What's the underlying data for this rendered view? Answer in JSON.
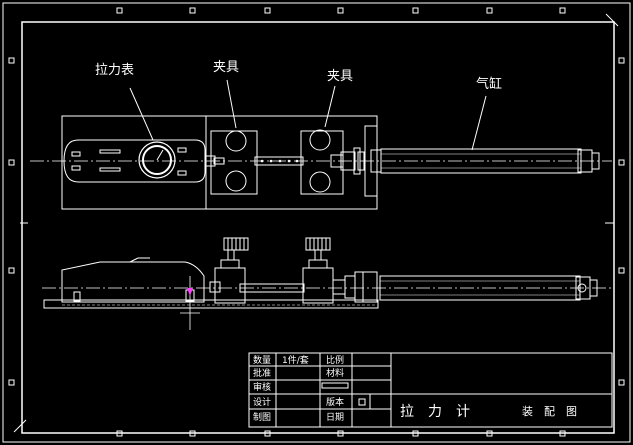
{
  "drawing": {
    "callouts": {
      "gauge": "拉力表",
      "clamp_left": "夹具",
      "clamp_right": "夹具",
      "cylinder": "气缸"
    },
    "title_block": {
      "quantity_label": "数量",
      "quantity_value": "1件/套",
      "scale_label": "比例",
      "material_label": "材料",
      "approve_label": "批准",
      "review_label": "审核",
      "design_label": "设计",
      "draw_label": "制图",
      "version_label": "版本",
      "date_label": "日期",
      "title": "拉　力　计",
      "subtitle": "装　配　图"
    }
  }
}
